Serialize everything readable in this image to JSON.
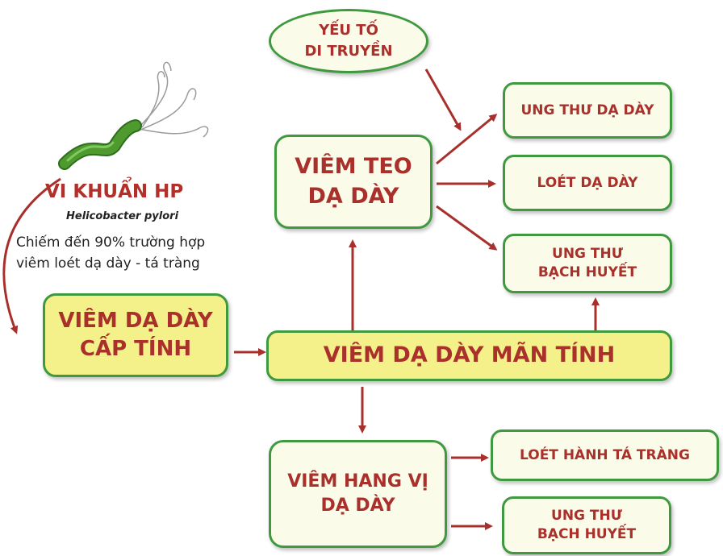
{
  "colors": {
    "border": "#3f9a3f",
    "box_fill": "#fbfbe9",
    "highlight_fill": "#f5f18a",
    "text": "#a9302b",
    "arrow": "#a8302c",
    "bacterium": "#4e9a2e"
  },
  "bacteria": {
    "title": "VI KHUẨN HP",
    "scientific_name": "Helicobacter pylori",
    "description": "Chiếm đến 90% trường hợp\nviêm loét dạ dày - tá tràng"
  },
  "nodes": {
    "genetic_factor": "YẾU TỐ\nDI TRUYỀN",
    "acute_gastritis": "VIÊM DẠ DÀY\nCẤP TÍNH",
    "chronic_gastritis": "VIÊM DẠ DÀY MÃN TÍNH",
    "atrophic_gastritis": "VIÊM TEO\nDẠ DÀY",
    "antral_gastritis": "VIÊM HANG VỊ\nDẠ DÀY",
    "stomach_cancer": "UNG THƯ DẠ DÀY",
    "stomach_ulcer": "LOÉT DẠ DÀY",
    "lymphoma_top": "UNG THƯ\nBẠCH HUYẾT",
    "duodenal_ulcer": "LOÉT HÀNH TÁ TRÀNG",
    "lymphoma_bottom": "UNG THƯ\nBẠCH HUYẾT"
  }
}
